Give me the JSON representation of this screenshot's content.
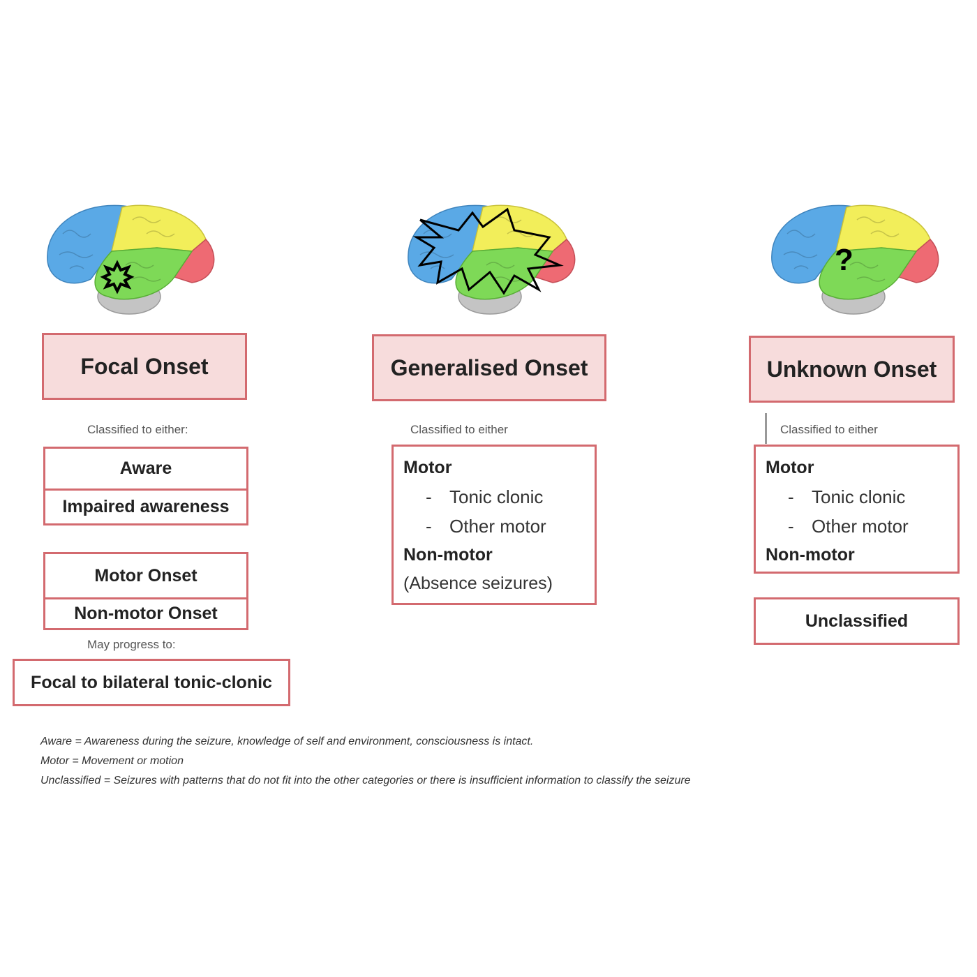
{
  "columns": [
    {
      "id": "focal",
      "title": "Focal Onset",
      "note": "Classified to either:",
      "awareness_options": [
        "Aware",
        "Impaired awareness"
      ],
      "onset_options": [
        "Motor Onset",
        "Non-motor Onset"
      ],
      "progress_note": "May progress to:",
      "progress_box": "Focal to bilateral tonic-clonic"
    },
    {
      "id": "generalised",
      "title": "Generalised  Onset",
      "note": "Classified to either",
      "motor_label": "Motor",
      "motor_items": [
        "Tonic clonic",
        "Other motor"
      ],
      "nonmotor_label": "Non-motor",
      "nonmotor_detail": "(Absence seizures)"
    },
    {
      "id": "unknown",
      "title": "Unknown Onset",
      "note": "Classified to either",
      "motor_label": "Motor",
      "motor_items": [
        "Tonic clonic",
        "Other motor"
      ],
      "nonmotor_label": "Non-motor",
      "extra_box": "Unclassified"
    }
  ],
  "footnotes": [
    "Aware = Awareness during the seizure, knowledge of self and environment, consciousness is intact.",
    "Motor = Movement or motion",
    "Unclassified = Seizures with patterns that do not fit into the other categories or there is insufficient information to classify the seizure"
  ],
  "colors": {
    "frontal": "#5aa9e6",
    "parietal": "#f2ee5a",
    "temporal": "#7ed957",
    "occipital": "#ee6a73",
    "cerebellum": "#c4c4c4",
    "box_border": "#d36a6f",
    "header_fill": "#f7dcdc"
  },
  "icons": [
    "focal-seizure-burst-icon",
    "generalised-seizure-burst-icon",
    "question-mark-icon"
  ],
  "brain_marker_unknown": "?"
}
